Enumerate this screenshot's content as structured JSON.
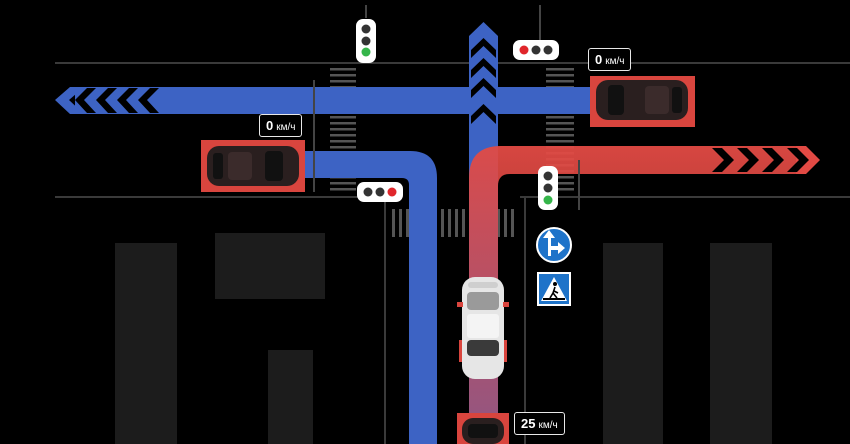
{
  "colors": {
    "background": "#000000",
    "road_line": "#3a3a3a",
    "block": "#1b1b1b",
    "blue_route": "#3d63c4",
    "red_route": "#e24a44",
    "crosswalk": "#5a5a5a",
    "car_highlight": "#d9453e",
    "light_red": "#e0262b",
    "light_green": "#35b54a"
  },
  "icons": {
    "direction_sign": "straight-or-right-arrow-icon",
    "pedestrian_sign": "pedestrian-crossing-icon"
  },
  "speed_labels": {
    "car_right": {
      "value": "0",
      "unit": "км/ч"
    },
    "car_left": {
      "value": "0",
      "unit": "км/ч"
    },
    "car_ego_follow": {
      "value": "25",
      "unit": "км/ч"
    }
  },
  "traffic_lights": {
    "north_west": "green",
    "north_east": "red",
    "south_west": "red",
    "south_east": "green"
  }
}
